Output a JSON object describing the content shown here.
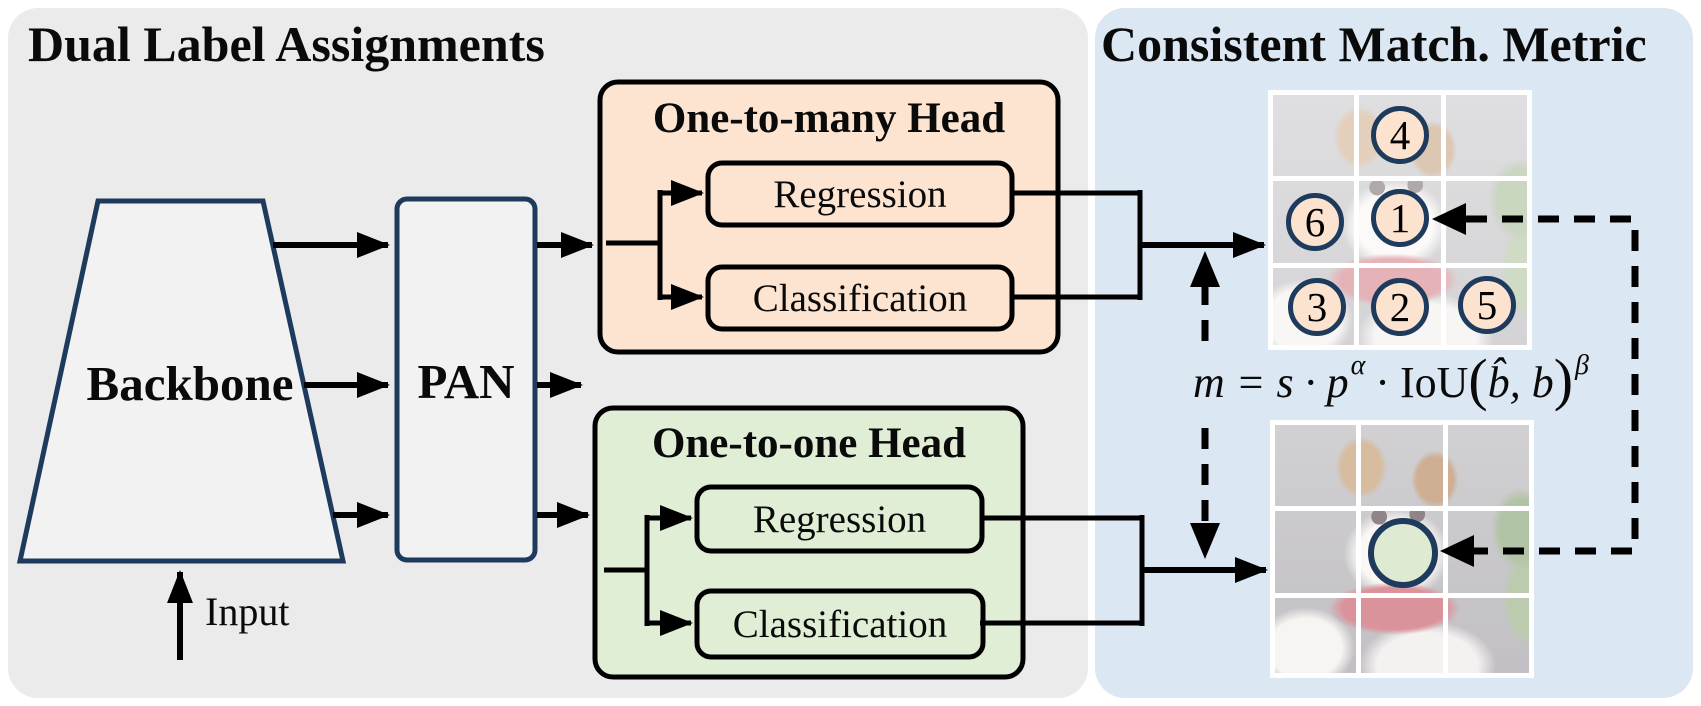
{
  "left_panel": {
    "title": "Dual Label Assignments",
    "backbone_label": "Backbone",
    "pan_label": "PAN",
    "input_label": "Input",
    "one_to_many_head": {
      "title": "One-to-many Head",
      "regression_label": "Regression",
      "classification_label": "Classification"
    },
    "one_to_one_head": {
      "title": "One-to-one Head",
      "regression_label": "Regression",
      "classification_label": "Classification"
    }
  },
  "right_panel": {
    "title": "Consistent Match. Metric",
    "matching_formula": {
      "lhs": "m = s · p",
      "alpha_sup": "α",
      "middle_dot": "·",
      "iou": "IoU",
      "lparen": "(",
      "args": "b̂, b",
      "rparen": ")",
      "beta_sup": "β"
    },
    "one_to_many_grid": {
      "circles": [
        {
          "label": "4"
        },
        {
          "label": "6"
        },
        {
          "label": "1"
        },
        {
          "label": "3"
        },
        {
          "label": "2"
        },
        {
          "label": "5"
        }
      ]
    },
    "one_to_one_grid": {
      "circle_label": ""
    }
  },
  "colors": {
    "left_panel_bg": "#ebebec",
    "right_panel_bg": "#dbe7f3",
    "navy_outline": "#1e3a5c",
    "one_to_many_fill": "#fce4d0",
    "one_to_one_fill": "#e0eed6",
    "circle_peach_fill": "#fbe3cf",
    "circle_green_fill": "#dfead2"
  }
}
